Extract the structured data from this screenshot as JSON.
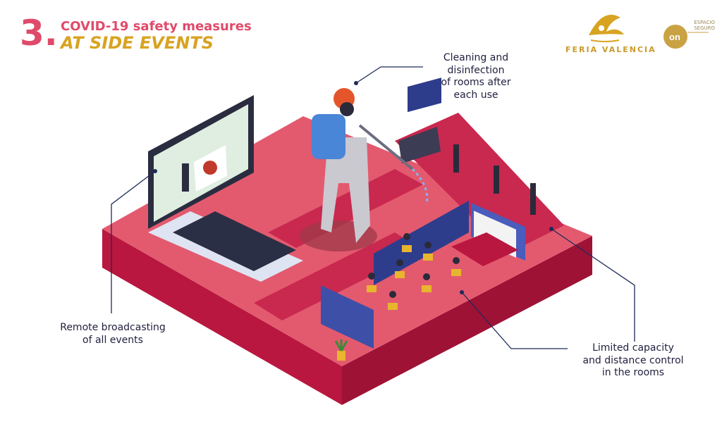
{
  "header": {
    "number": "3.",
    "title_line1": "COVID-19 safety measures",
    "title_line2": "AT SIDE EVENTS"
  },
  "logos": {
    "feria_valencia": "FERIA VALENCIA",
    "espacio_seguro_line1": "ESPACIO",
    "espacio_seguro_line2": "SEGURO"
  },
  "callouts": {
    "cleaning": [
      "Cleaning and",
      "disinfection",
      "of rooms after",
      "each use"
    ],
    "broadcast": [
      "Remote broadcasting",
      "of all events"
    ],
    "capacity": [
      "Limited capacity",
      "and distance control",
      "in the rooms"
    ]
  },
  "colors": {
    "title_pink": "#e04a6a",
    "title_gold": "#d8a321",
    "platform_top": "#e35a6f",
    "platform_side": "#c2204a",
    "navy": "#1f2a5a"
  },
  "icons": [
    "wing-logo",
    "on-badge"
  ]
}
